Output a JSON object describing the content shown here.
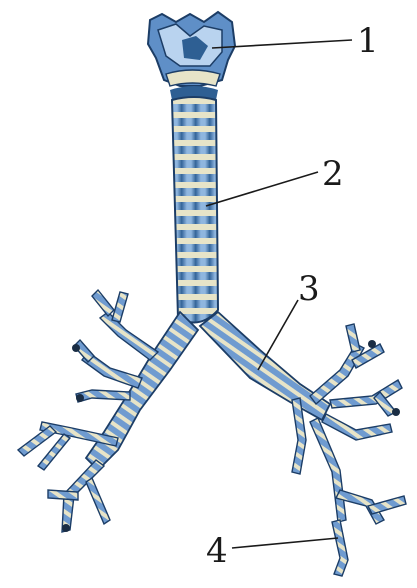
{
  "labels": [
    {
      "id": "1",
      "text": "1"
    },
    {
      "id": "2",
      "text": "2"
    },
    {
      "id": "3",
      "text": "3"
    },
    {
      "id": "4",
      "text": "4"
    }
  ],
  "colors": {
    "cartilage": "#e7e4c8",
    "membrane_light": "#8fb6df",
    "membrane_dark": "#2e5f93",
    "outline": "#1c3d66",
    "larynx_light": "#b9d3ef",
    "larynx_mid": "#5f8fc7"
  }
}
